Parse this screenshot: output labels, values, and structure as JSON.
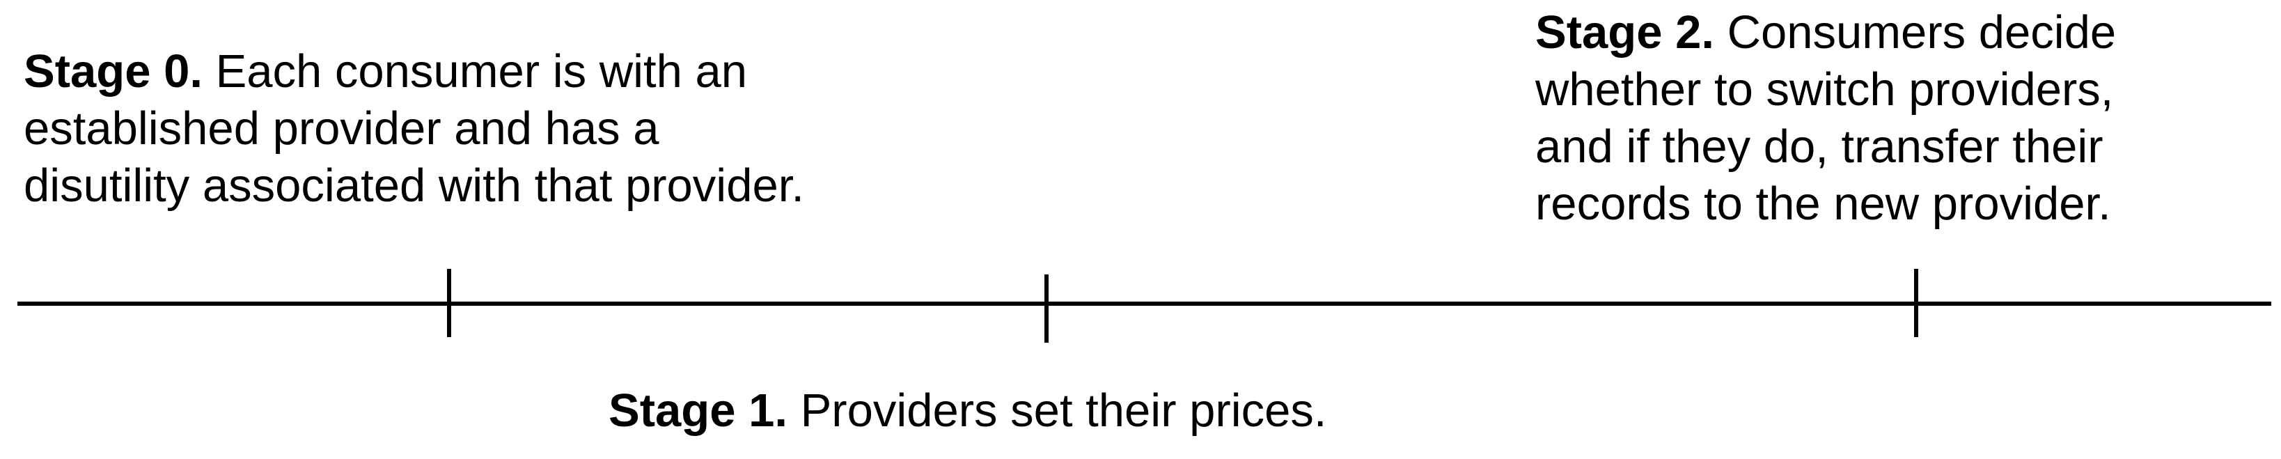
{
  "diagram": {
    "stages": [
      {
        "id": "stage0",
        "title": "Stage 0.",
        "lines": [
          "Each consumer is with an",
          "established provider and has a",
          "disutility associated with that provider."
        ]
      },
      {
        "id": "stage1",
        "title": "Stage 1.",
        "lines": [
          "Providers set their prices."
        ]
      },
      {
        "id": "stage2",
        "title": "Stage 2.",
        "lines": [
          "Consumers decide",
          "whether to switch providers,",
          "and if they do, transfer their",
          "records to the new provider."
        ]
      }
    ],
    "timeline": {
      "tick_count": 3,
      "line_color": "#000000"
    }
  }
}
